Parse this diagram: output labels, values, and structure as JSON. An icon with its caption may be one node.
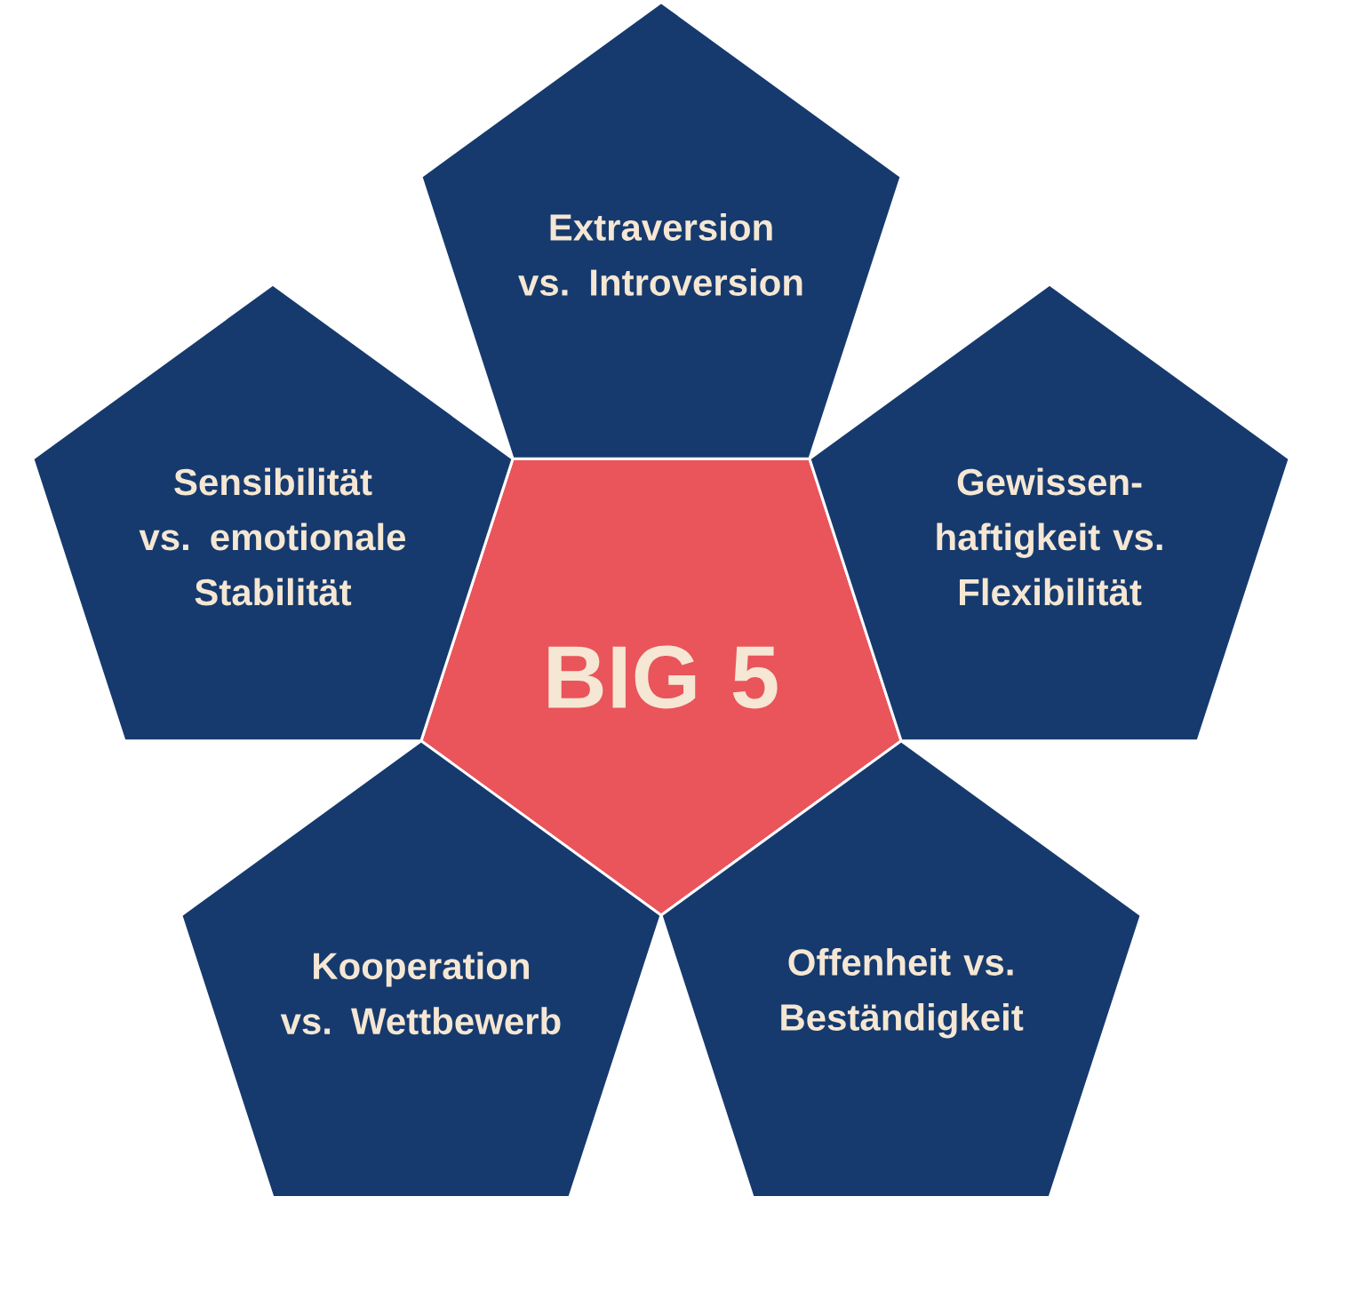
{
  "diagram": {
    "nodes": [
      {
        "text": [
          "BIG 5"
        ]
      },
      {
        "text": [
          "Extraversion vs. Introversion"
        ]
      },
      {
        "text": [
          "Sensibilität vs. emotionale Stabilität"
        ]
      },
      {
        "text": [
          "Gewissen-haftigkeit vs. Flexibilität"
        ]
      },
      {
        "text": [
          "Kooperation vs. Wettbewerb"
        ]
      },
      {
        "text": [
          "Offenheit vs. Beständigkeit"
        ]
      }
    ]
  }
}
